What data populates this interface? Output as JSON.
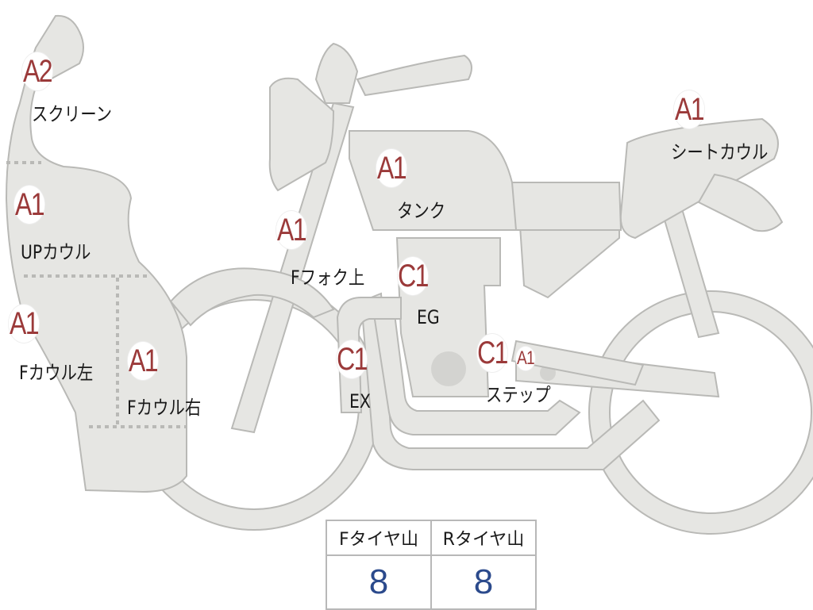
{
  "parts": {
    "screen": {
      "grade": "A2",
      "label": "スクリーン"
    },
    "up_cowl": {
      "grade": "A1",
      "label": "UPカウル"
    },
    "f_cowl_left": {
      "grade": "A1",
      "label": "Fカウル左"
    },
    "f_cowl_right": {
      "grade": "A1",
      "label": "Fカウル右"
    },
    "f_fork_upper": {
      "grade": "A1",
      "label": "Fフォク上"
    },
    "tank": {
      "grade": "A1",
      "label": "タンク"
    },
    "engine": {
      "grade": "C1",
      "label": "EG"
    },
    "exhaust": {
      "grade": "C1",
      "label": "EX"
    },
    "step": {
      "grade": "C1",
      "grade2": "A1",
      "label": "ステップ"
    },
    "seat_cowl": {
      "grade": "A1",
      "label": "シートカウル"
    }
  },
  "tires": {
    "front": {
      "label": "Fタイヤ山",
      "value": "8"
    },
    "rear": {
      "label": "Rタイヤ山",
      "value": "8"
    }
  }
}
